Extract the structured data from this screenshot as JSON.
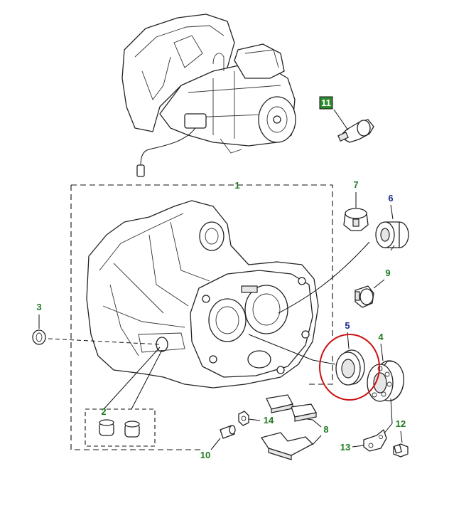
{
  "colors": {
    "callout_green": "#1f7a1f",
    "callout_blue": "#1b2a8f",
    "highlight_red": "#cc1111",
    "badge_fill": "#2e8b2e",
    "badge_text": "#ffffff",
    "line": "#111111"
  },
  "callouts": {
    "c1": "1",
    "c2": "2",
    "c3": "3",
    "c4": "4",
    "c5": "5",
    "c6": "6",
    "c7": "7",
    "c8": "8",
    "c9": "9",
    "c10": "10",
    "c11": "11",
    "c12": "12",
    "c13": "13",
    "c14": "14"
  }
}
